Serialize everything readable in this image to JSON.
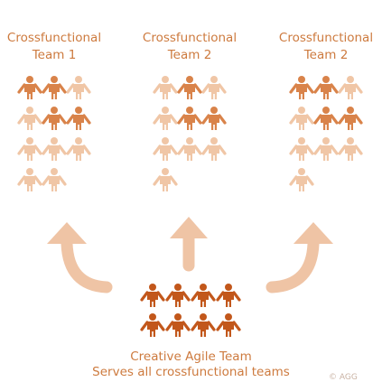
{
  "teams": [
    {
      "line1": "Crossfunctional",
      "line2": "Team 1",
      "members": 11,
      "highlighted": [
        0,
        1,
        4,
        5
      ]
    },
    {
      "line1": "Crossfunctional",
      "line2": "Team 2",
      "members": 10,
      "highlighted": [
        1,
        4,
        5
      ]
    },
    {
      "line1": "Crossfunctional",
      "line2": "Team 2",
      "members": 10,
      "highlighted": [
        0,
        1,
        4,
        5
      ]
    }
  ],
  "agile_team": {
    "line1": "Creative Agile Team",
    "line2": "Serves all crossfunctional teams",
    "members": 8
  },
  "corner_text": "© AGG",
  "colors": {
    "title": "#cd7a3e",
    "light": "#f0c6a6",
    "medium": "#d9834a",
    "dark": "#c2571b",
    "arrow": "#efc4a5"
  },
  "icons": [
    "person-icon",
    "arrow-up-icon",
    "arrow-curved-left-icon",
    "arrow-curved-right-icon"
  ]
}
